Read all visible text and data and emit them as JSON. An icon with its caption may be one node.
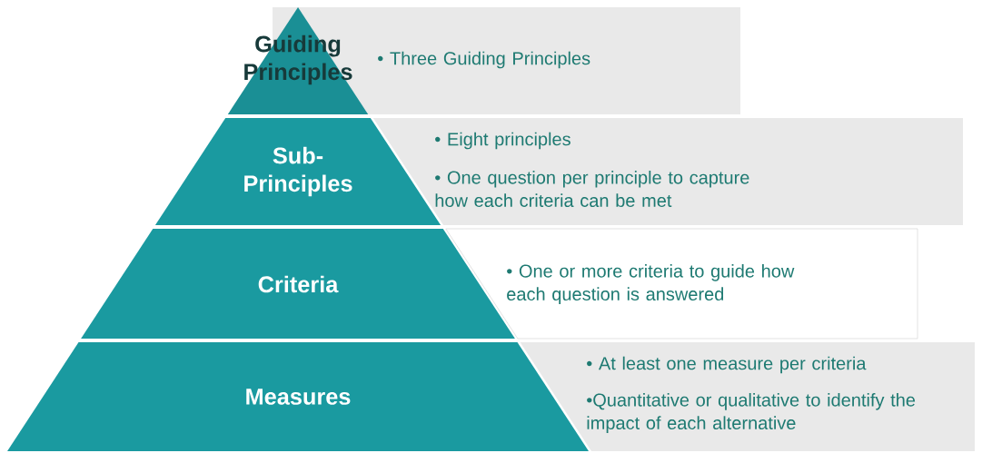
{
  "diagram": {
    "nodes": [
      {
        "text": [
          "Guiding Principles"
        ]
      },
      {
        "text": [
          "• Three Guiding Principles"
        ]
      },
      {
        "text": [
          "Sub- Principles"
        ]
      },
      {
        "text": [
          "• Eight principles",
          "• One question per principle to capture how each criteria can be met"
        ]
      },
      {
        "text": [
          "Criteria"
        ]
      },
      {
        "text": [
          "• One or more criteria to guide how each question is answered"
        ]
      },
      {
        "text": [
          "Measures"
        ]
      },
      {
        "text": [
          "• At least one measure per criteria",
          "•Quantitative or qualitative to identify the impact of each alternative"
        ]
      }
    ]
  }
}
